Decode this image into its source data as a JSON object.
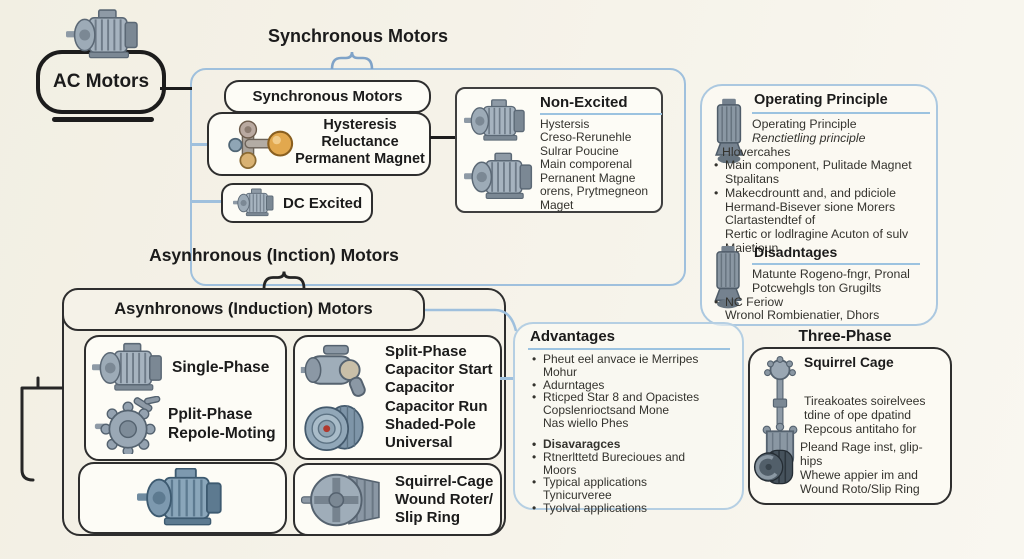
{
  "colors": {
    "background": "#f5f2e8",
    "ink": "#1c1c1c",
    "container_blue": "#9fc0dd",
    "panel_blue": "#aecbe2",
    "underline_blue": "#9cc3e0",
    "accent_orange": "#e2a84e",
    "accent_red": "#b0392e"
  },
  "icons": {
    "motor": "motor-icon",
    "blue_motor": "blue-motor-icon",
    "rotor": "rotor-icon",
    "gear_rotor": "gear-rotor-icon",
    "capacitor_motor": "capacitor-motor-icon",
    "drum_rotor": "drum-rotor-icon",
    "cage_rotor": "cage-rotor-icon",
    "vertical_rotor": "vertical-rotor-icon",
    "vertical_motor": "vertical-motor-icon",
    "dark_cage": "dark-cage-icon"
  },
  "ac": {
    "label": "AC Motors"
  },
  "sync": {
    "title": "Synchronous Motors",
    "header": "Synchronous Motors",
    "hysteresis": "Hysteresis\nReluctance\nPermanent Magnet",
    "dc_excited": "DC Excited",
    "non_excited": {
      "title": "Non-Excited",
      "body": "Hystersis\nCreso-Rerunehle\nSulrar Poucine\nMain comporenal\nPernanent Magne\norens, Prytmegneon\nMaget"
    }
  },
  "operating": {
    "title": "Operating Principle",
    "items": [
      {
        "text": "Operating Principle"
      },
      {
        "text": "Renctietling principle"
      },
      {
        "text": "Hlovercahes"
      },
      {
        "text": "Main component, Pulitade Magnet\nStpalitans"
      },
      {
        "text": "Makecdrountt and, and pdiciole\nHermand-Bisever sione Morers\nClartastendtef of\nRertic or lodlragine Acuton of sulv\nMaietioun"
      }
    ],
    "disadvantages": {
      "title": "Disadntages",
      "items": [
        {
          "text": "Matunte Rogeno-fngr, Pronal\nPotcwehgls ton Grugilts"
        },
        {
          "text": "NC Feriow\nWronol Rombienatier, Dhors"
        }
      ]
    }
  },
  "async": {
    "title": "Asynhronous (Inction) Motors",
    "header": "Asynhronows (Induction) Motors",
    "single_phase": "Single-Phase",
    "split_small": "Pplit-Phase\nRepole-Moting",
    "split_box": "Split-Phase\nCapacitor Start\nCapacitor\nCapacitor Run\nShaded-Pole\nUniversal",
    "squirrel": "Squirrel-Cage\nWound Roter/\nSlip Ring"
  },
  "advantages": {
    "title": "Advantages",
    "items": [
      {
        "text": "Pheut eel anvace ie Merripes\nMohur"
      },
      {
        "text": "Adurntages"
      },
      {
        "text": "Rticped Star 8 and Opacistes\nCopslenrioctsand Mone\nNas wiello Phes"
      },
      {
        "text": "Disavaragces"
      },
      {
        "text": "Rtnerlttetd Burecioues and\nMoors"
      },
      {
        "text": "Typical applications\nTynicurveree"
      },
      {
        "text": "Tyolval applications"
      }
    ]
  },
  "three_phase": {
    "title": "Three-Phase",
    "box_title": "Squirrel Cage",
    "body1": "Tireakoates soirelvees\ntdine of ope dpatind\nRepcous antitaho for",
    "body2": "Pleand Rage inst, glip-\nhips\nWhewe appier im and\nWound Roto/Slip Ring"
  }
}
